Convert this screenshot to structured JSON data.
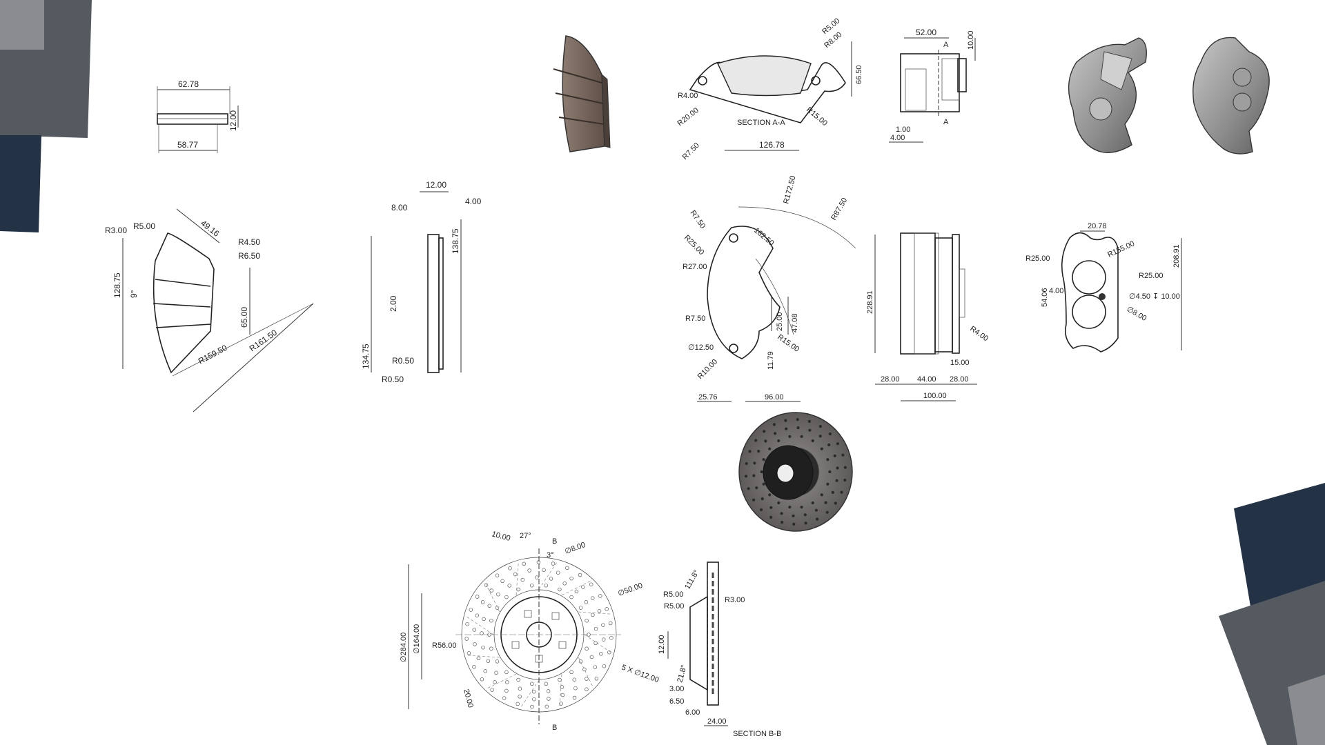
{
  "colors": {
    "background": "#ffffff",
    "corner_dark_navy": "#233245",
    "corner_dark_gray": "#545a60",
    "corner_light_gray": "#8a8c8f",
    "pad_render_brown": "#7a6a60",
    "disc_render_gray": "#6e6b6a",
    "caliper_render_gray": "#9a9a9a"
  },
  "icons": {
    "pad_render": "brake-pad-3d-render",
    "caliper_render_front": "caliper-3d-render",
    "caliper_render_back": "caliper-3d-render",
    "disc_render": "brake-disc-3d-render"
  },
  "pad_top_view": {
    "d1": "62.78",
    "d2": "58.77",
    "d3": "12.00"
  },
  "pad_front_view": {
    "r1": "R3.00",
    "r2": "R5.00",
    "d1": "49.16",
    "r3": "R4.50",
    "r4": "R6.50",
    "h1": "128.75",
    "a1": "9°",
    "h2": "65.00",
    "r5": "R159.50",
    "r6": "R161.50"
  },
  "pad_side_view": {
    "d1": "12.00",
    "d2": "8.00",
    "d3": "4.00",
    "h1": "138.75",
    "d4": "2.00",
    "h2": "134.75",
    "r1": "R0.50",
    "r2": "R0.50"
  },
  "caliper_section": {
    "r1": "R5.00",
    "r2": "R8.00",
    "r3": "R4.00",
    "h1": "66.50",
    "r4": "R20.00",
    "title": "SECTION A-A",
    "r5": "R15.00",
    "r6": "R7.50",
    "w1": "126.78"
  },
  "caliper_top_view": {
    "w1": "52.00",
    "d1": "10.00",
    "sec1": "A",
    "sec2": "A",
    "d2": "1.00",
    "d3": "4.00"
  },
  "caliper_front_view": {
    "r1": "R7.50",
    "r2": "R172.50",
    "r3": "R87.50",
    "d1": "162.50",
    "r4": "R25.00",
    "r5": "R27.00",
    "r6": "R7.50",
    "d2": "25.00",
    "d3": "47.08",
    "dia1": "∅12.50",
    "r7": "R15.00",
    "d4": "11.79",
    "r8": "R10.00",
    "d5": "25.76",
    "d6": "96.00"
  },
  "caliper_side_view": {
    "h1": "228.91",
    "r1": "R4.00",
    "d1": "15.00",
    "d2": "28.00",
    "d3": "44.00",
    "d4": "28.00",
    "w1": "100.00"
  },
  "caliper_back_view": {
    "d1": "20.78",
    "r1": "R25.00",
    "r2": "R155.00",
    "h1": "208.91",
    "r3": "R25.00",
    "d2": "4.00",
    "h2": "54.06",
    "hole": "∅4.50 ↧ 10.00",
    "dia1": "∅8.00"
  },
  "disc_front_view": {
    "d1": "10.00",
    "a1": "27°",
    "sec_top": "B",
    "a2": "3°",
    "dia1": "∅8.00",
    "dia2": "∅50.00",
    "dia3": "∅284.00",
    "dia4": "∅164.00",
    "r1": "R56.00",
    "holes": "5 X ∅12.00",
    "d2": "20.00",
    "sec_bottom": "B"
  },
  "disc_section": {
    "a1": "111.8°",
    "r1": "R5.00",
    "r2": "R5.00",
    "r3": "R3.00",
    "d1": "12.00",
    "a2": "21.8°",
    "d2": "3.00",
    "d3": "6.50",
    "d4": "6.00",
    "d5": "24.00",
    "title": "SECTION B-B"
  }
}
